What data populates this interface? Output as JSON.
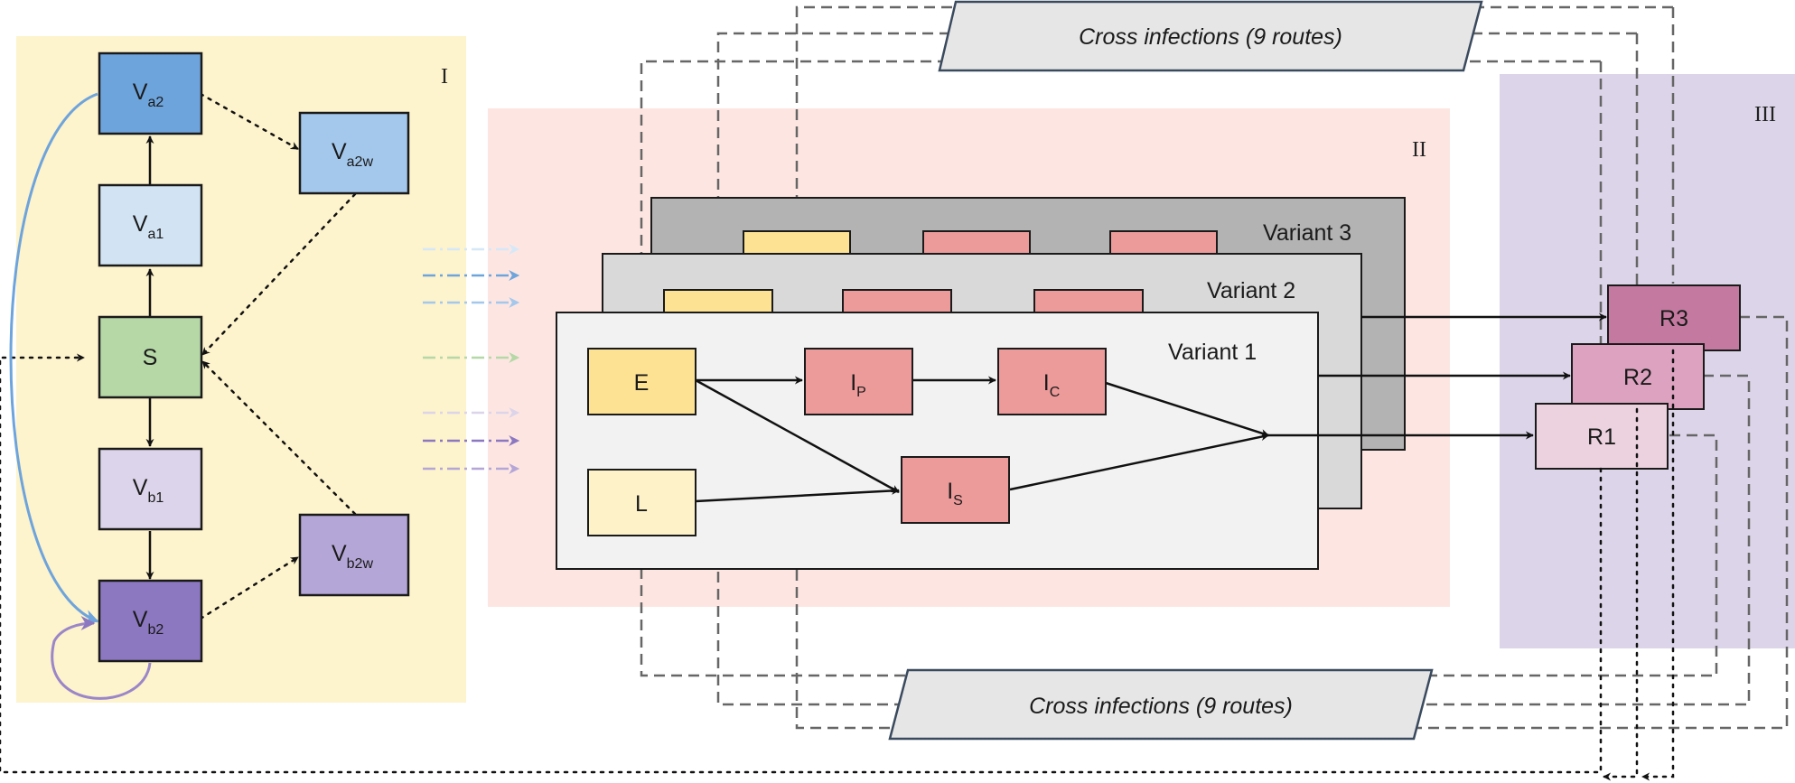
{
  "regions": {
    "vaccination": "I",
    "infection": "II",
    "recovered": "III"
  },
  "vaccine_compartments": {
    "s": "S",
    "va1": {
      "main": "V",
      "sub": "a1"
    },
    "va2": {
      "main": "V",
      "sub": "a2"
    },
    "va2w": {
      "main": "V",
      "sub": "a2w"
    },
    "vb1": {
      "main": "V",
      "sub": "b1"
    },
    "vb2": {
      "main": "V",
      "sub": "b2"
    },
    "vb2w": {
      "main": "V",
      "sub": "b2w"
    }
  },
  "variants": {
    "v1": "Variant 1",
    "v2": "Variant 2",
    "v3": "Variant 3"
  },
  "infection_compartments": {
    "e": "E",
    "l": "L",
    "ip": {
      "main": "I",
      "sub": "P"
    },
    "ic": {
      "main": "I",
      "sub": "C"
    },
    "is": {
      "main": "I",
      "sub": "S"
    }
  },
  "recovered_compartments": {
    "r1": "R1",
    "r2": "R2",
    "r3": "R3"
  },
  "cross_infections": {
    "top": "Cross infections (9 routes)",
    "bottom": "Cross infections (9 routes)"
  },
  "colors": {
    "region_i": "#fdf3cc",
    "region_ii": "#fde6e2",
    "region_iii": "#dcd4e8",
    "s": "#b5d8a6",
    "va1": "#d2e4f4",
    "va2": "#6ea4dc",
    "va2w": "#a4c8ec",
    "vb1": "#dcd4ea",
    "vb2": "#8c78c0",
    "vb2w": "#b4a6d6",
    "e": "#fde293",
    "l": "#fef2c8",
    "infected": "#ec9a9a",
    "r1": "#ecd2de",
    "r2": "#dca2c0",
    "r3": "#c47aa0",
    "variant1": "#f2f2f2",
    "variant2": "#d9d9d9",
    "variant3": "#b3b3b3"
  }
}
